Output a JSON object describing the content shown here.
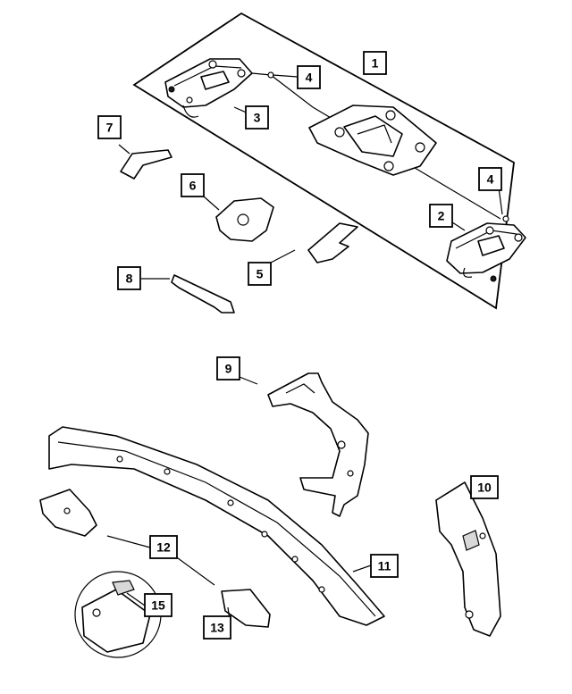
{
  "callouts": [
    {
      "id": "1",
      "label": "1"
    },
    {
      "id": "2",
      "label": "2"
    },
    {
      "id": "3",
      "label": "3"
    },
    {
      "id": "4a",
      "label": "4"
    },
    {
      "id": "4b",
      "label": "4"
    },
    {
      "id": "5",
      "label": "5"
    },
    {
      "id": "6",
      "label": "6"
    },
    {
      "id": "7",
      "label": "7"
    },
    {
      "id": "8",
      "label": "8"
    },
    {
      "id": "9",
      "label": "9"
    },
    {
      "id": "10",
      "label": "10"
    },
    {
      "id": "11",
      "label": "11"
    },
    {
      "id": "12",
      "label": "12"
    },
    {
      "id": "13",
      "label": "13"
    },
    {
      "id": "15",
      "label": "15"
    }
  ]
}
